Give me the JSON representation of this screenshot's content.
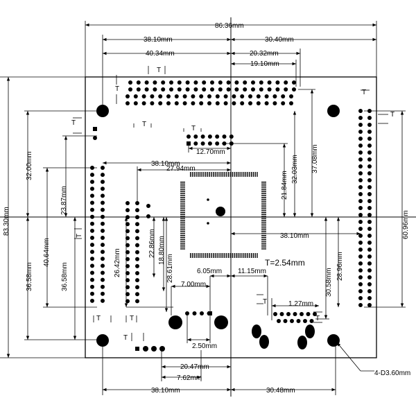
{
  "labels": {
    "w_total": "86.36mm",
    "top_left_3810": "38.10mm",
    "top_right_3040": "30.40mm",
    "top_4034": "40.34mm",
    "top_2032": "20.32mm",
    "top_1910": "19.10mm",
    "h_total": "83.30mm",
    "h_3200": "32.00mm",
    "h_2387": "23.87mm",
    "h_3658_left": "36.58mm",
    "h_4064": "40.64mm",
    "h_3658_inner": "36.58mm",
    "h_3708": "37.08mm",
    "h_3203": "32.03mm",
    "h_2184": "21.84mm",
    "h_6096": "60.96mm",
    "mid_1270": "12.70mm",
    "mid_3810": "38.10mm",
    "mid_2794": "27.94mm",
    "h_2286": "22.86mm",
    "h_1880": "18.80mm",
    "h_2642": "26.42mm",
    "h_2861": "28.61mm",
    "center_3810": "38.10mm",
    "thickness": "T=2.54mm",
    "h_3058": "30.58mm",
    "h_2896": "28.96mm",
    "d_605": "6.05mm",
    "d_700": "7.00mm",
    "d_1115": "11.15mm",
    "d_127": "1.27mm",
    "d_250": "2.50mm",
    "d_2047": "20.47mm",
    "d_762": "7.62mm",
    "hole": "4-D3.60mm",
    "bottom_3810": "38.10mm",
    "bottom_3048": "30.48mm",
    "t": "T"
  }
}
